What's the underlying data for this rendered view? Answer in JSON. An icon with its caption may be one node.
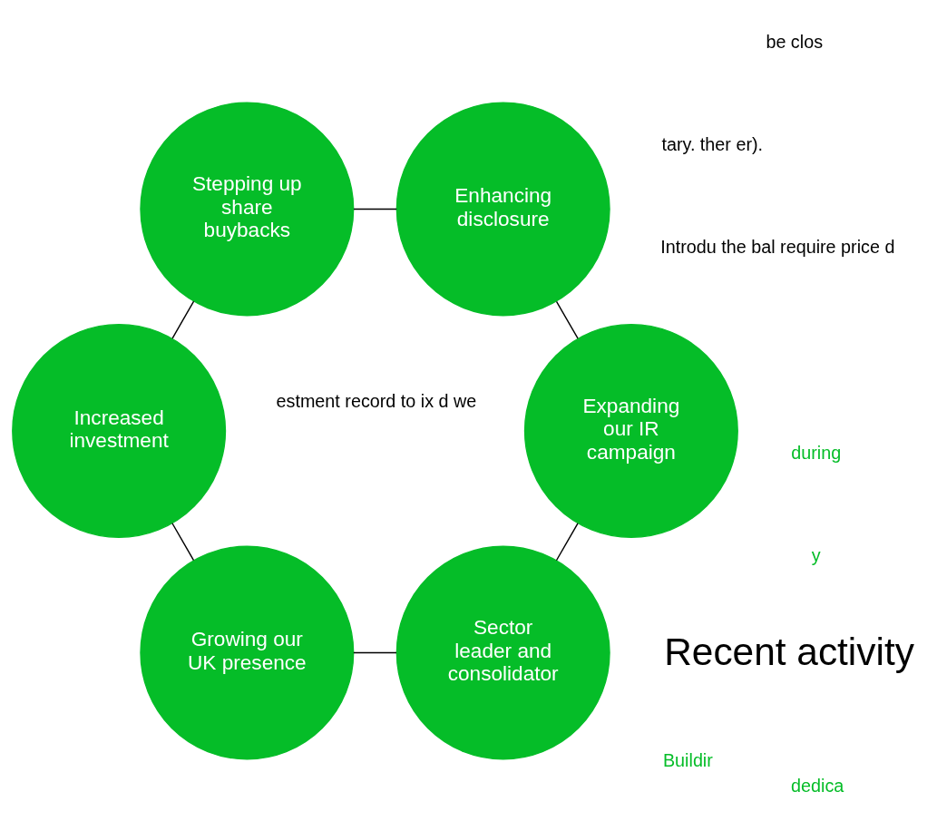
{
  "diagram": {
    "nodes": [
      {
        "text": [
          "Sector leader and consolidator"
        ]
      },
      {
        "text": [
          "Growing our UK presence"
        ]
      },
      {
        "text": [
          "Increased investment"
        ]
      },
      {
        "text": [
          "Stepping up share buybacks"
        ]
      },
      {
        "text": [
          "Enhancing disclosure"
        ]
      },
      {
        "text": [
          "Expanding our IR campaign"
        ]
      }
    ],
    "edges": [
      {
        "from": 0,
        "to": 1,
        "arrow": "none"
      },
      {
        "from": 1,
        "to": 2,
        "arrow": "none"
      },
      {
        "from": 2,
        "to": 3,
        "arrow": "none"
      },
      {
        "from": 3,
        "to": 4,
        "arrow": "none"
      },
      {
        "from": 4,
        "to": 5,
        "arrow": "none"
      },
      {
        "from": 5,
        "to": 0,
        "arrow": "none"
      }
    ],
    "labels": [
      "estment record to ix d we",
      "Buildir",
      "be clos",
      "dedica",
      "Recent activity",
      "y",
      "tary. ther er).",
      "Introdu the bal require price d",
      "during"
    ]
  }
}
